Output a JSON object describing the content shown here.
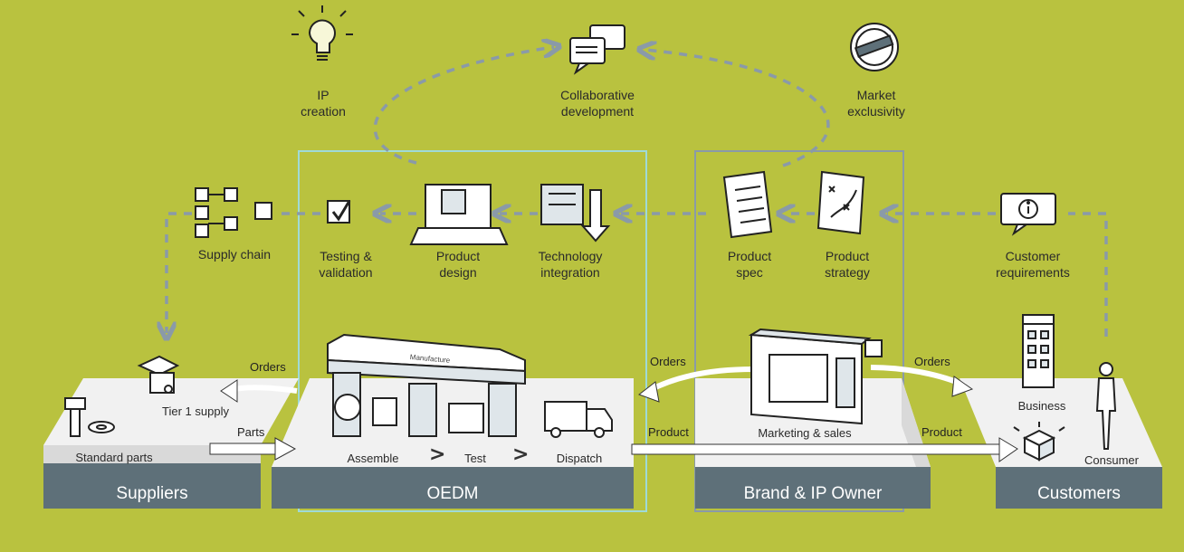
{
  "top": {
    "ip_creation": "IP\ncreation",
    "collab": "Collaborative\ndevelopment",
    "market_excl": "Market\nexclusivity"
  },
  "middle": {
    "supply_chain": "Supply chain",
    "testing": "Testing &\nvalidation",
    "product_design": "Product\ndesign",
    "tech_integration": "Technology\nintegration",
    "product_spec": "Product\nspec",
    "product_strategy": "Product\nstrategy",
    "customer_req": "Customer\nrequirements"
  },
  "platforms": {
    "suppliers": "Suppliers",
    "oedm": "OEDM",
    "brand": "Brand & IP Owner",
    "customers": "Customers"
  },
  "suppliers": {
    "tier1": "Tier 1 supply",
    "standard_parts": "Standard parts"
  },
  "oedm": {
    "factory_sign": "Manufacture",
    "assemble": "Assemble",
    "test": "Test",
    "dispatch": "Dispatch",
    "chevron": ">"
  },
  "brand": {
    "marketing": "Marketing & sales"
  },
  "customers": {
    "business": "Business",
    "consumer": "Consumer"
  },
  "flows": {
    "orders": "Orders",
    "parts": "Parts",
    "product": "Product"
  },
  "colors": {
    "background": "#b9c23f",
    "platform_band": "#5e7079",
    "platform_top": "#f1f1f1",
    "dashed": "#8a9aa8",
    "oedm_border": "#9fdad8"
  }
}
